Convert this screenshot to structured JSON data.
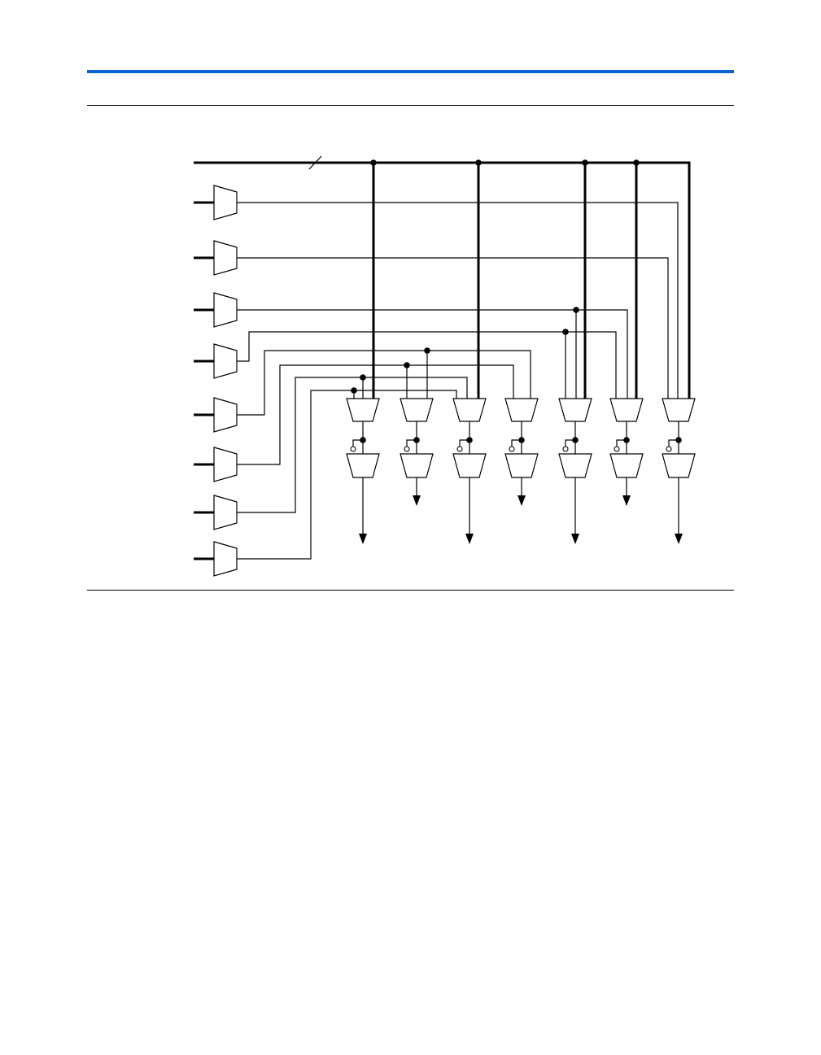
{
  "page": {
    "header_rule_color": "#0a64d6",
    "line_color": "#000000",
    "background": "#ffffff"
  },
  "diagram": {
    "bus_nodes": 4,
    "input_muxes": 8,
    "first_stage_muxes": 7,
    "second_stage_muxes": 7,
    "output_arrows": 7
  }
}
